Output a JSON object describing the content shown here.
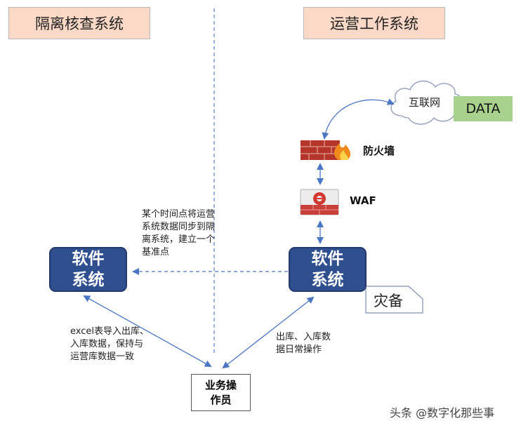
{
  "headers": {
    "left": "隔离核查系统",
    "right": "运营工作系统"
  },
  "cloud": {
    "label": "互联网"
  },
  "data_box": {
    "label": "DATA"
  },
  "firewall": {
    "label": "防火墙"
  },
  "waf": {
    "label": "WAF"
  },
  "left_software": {
    "line1": "软件",
    "line2": "系统"
  },
  "right_software": {
    "line1": "软件",
    "line2": "系统"
  },
  "disaster_backup": {
    "label": "灾备"
  },
  "sync_note": {
    "lines": [
      "某个时间点将运营",
      "系统数据同步到隔",
      "离系统，建立一个",
      "基准点"
    ]
  },
  "excel_note": {
    "lines": [
      "excel表导入出库、",
      "入库数据，保持与",
      "运营库数据一致"
    ]
  },
  "ops_note": {
    "lines": [
      "出库、入库数",
      "据日常操作"
    ]
  },
  "operator": {
    "line1": "业务操",
    "line2": "作员"
  },
  "watermark": "头条 @数字化那些事",
  "colors": {
    "header_fill": "#fbd9c6",
    "software_box": "#2f4f8f",
    "data_box": "#a9d18e",
    "arrow": "#4a76c2"
  }
}
